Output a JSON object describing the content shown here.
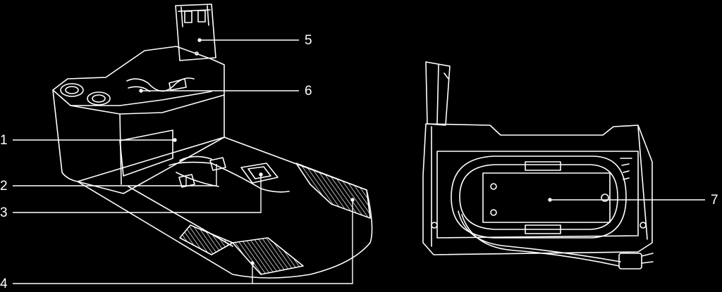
{
  "callouts": {
    "c1": "1",
    "c2": "2",
    "c3": "3",
    "c4": "4",
    "c5": "5",
    "c6": "6",
    "c7": "7"
  },
  "colors": {
    "background": "#000000",
    "line": "#ffffff"
  },
  "views": [
    "front-view-illustration",
    "rear-view-illustration"
  ]
}
